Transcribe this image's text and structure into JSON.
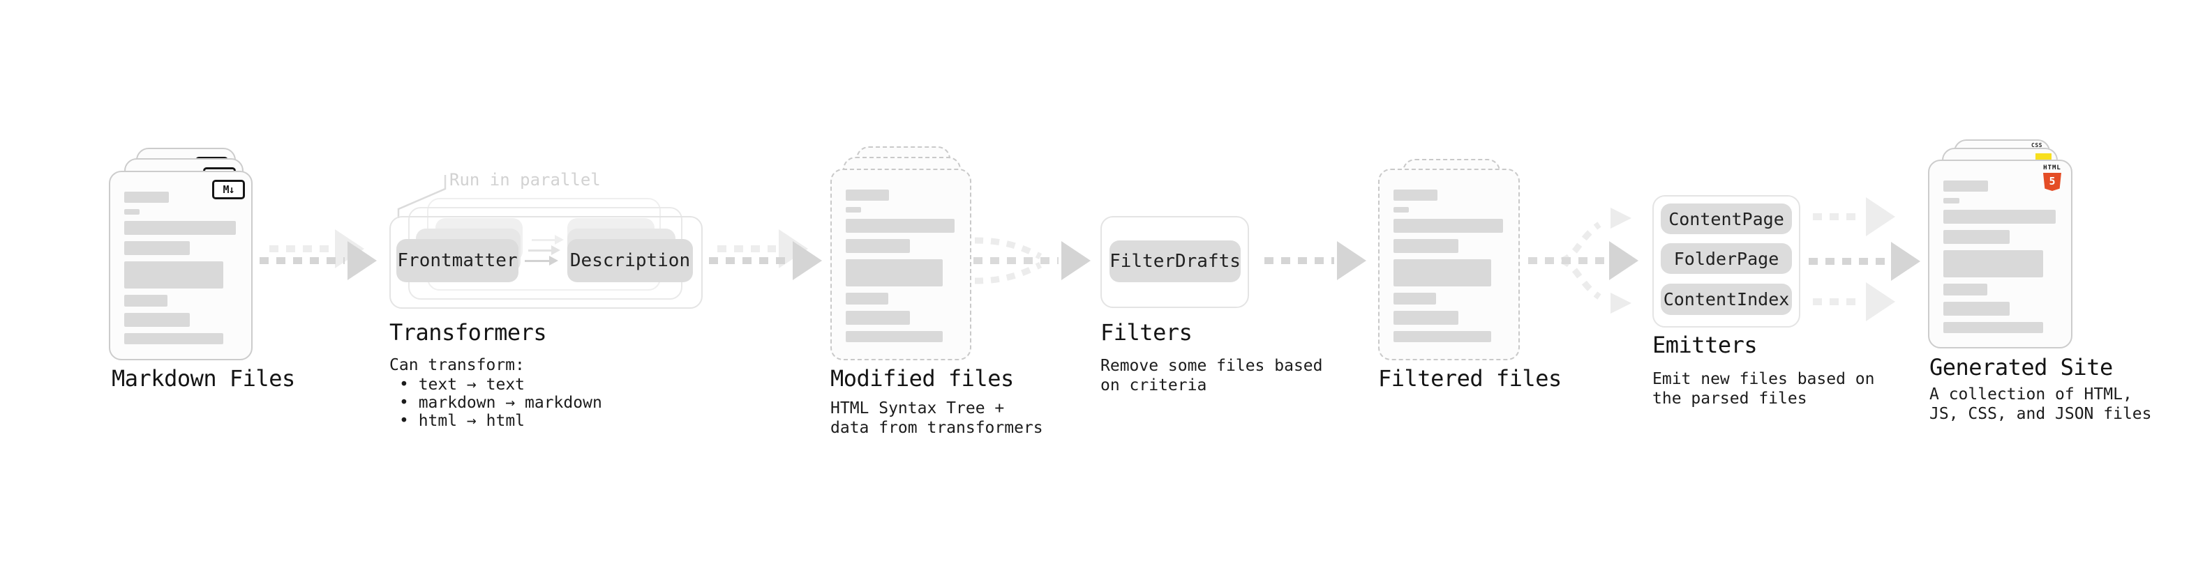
{
  "sections": {
    "markdown_files": {
      "title": "Markdown Files",
      "badge": "M↓"
    },
    "transformers": {
      "annotation": "Run in parallel",
      "stage_boxes": [
        "Frontmatter",
        "Description"
      ],
      "title": "Transformers",
      "description_heading": "Can transform:",
      "bullets": [
        "• text → text",
        "• markdown → markdown",
        "• html → html"
      ]
    },
    "modified_files": {
      "title": "Modified files",
      "description_lines": [
        "HTML Syntax Tree +",
        "data from transformers"
      ]
    },
    "filters": {
      "title": "Filters",
      "stage_boxes": [
        "FilterDrafts"
      ],
      "description_lines": [
        "Remove some files based",
        "on criteria"
      ]
    },
    "filtered_files": {
      "title": "Filtered files"
    },
    "emitters": {
      "title": "Emitters",
      "stage_boxes": [
        "ContentPage",
        "FolderPage",
        "ContentIndex"
      ],
      "description_lines": [
        "Emit new files based on",
        "the parsed files"
      ]
    },
    "generated_site": {
      "title": "Generated Site",
      "description_lines": [
        "A collection of HTML,",
        "JS, CSS, and JSON files"
      ],
      "file_badges": {
        "html5": {
          "label": "HTML",
          "number": "5"
        },
        "css": {
          "label": "CSS"
        }
      }
    }
  },
  "colors": {
    "html5_orange": "#e44d26",
    "js_yellow": "#f7df1e",
    "css_blue": "#2965f1",
    "bar_gray": "#d9d9d9",
    "arrow_main": "#d5d5d5",
    "arrow_ghost": "#ededed",
    "text_dark": "#1c1c1c",
    "annotation_gray": "#d2d2d2"
  },
  "decor": {
    "file_card_bars": [
      {
        "w": 40,
        "h": 16
      },
      {
        "w": 14,
        "h": 8
      },
      {
        "w": 100,
        "h": 20
      },
      {
        "w": 59,
        "h": 20
      },
      {
        "w": 89,
        "h": 39
      },
      {
        "w": 39,
        "h": 17
      },
      {
        "w": 59,
        "h": 20
      },
      {
        "w": 89,
        "h": 16
      }
    ]
  }
}
